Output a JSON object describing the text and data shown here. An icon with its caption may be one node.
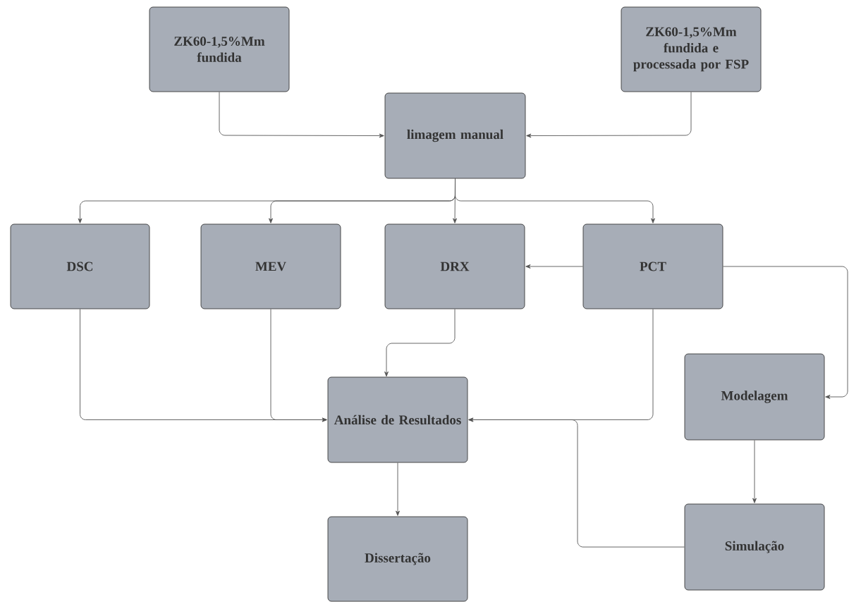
{
  "diagram": {
    "nodes": [
      {
        "text": [
          "ZK60-1,5%Mm fundida"
        ]
      },
      {
        "text": [
          "ZK60-1,5%Mm fundida e processada por FSP"
        ]
      },
      {
        "text": [
          "limagem manual"
        ]
      },
      {
        "text": [
          "DSC"
        ]
      },
      {
        "text": [
          "MEV"
        ]
      },
      {
        "text": [
          "DRX"
        ]
      },
      {
        "text": [
          "PCT"
        ]
      },
      {
        "text": [
          "Análise de Resultados"
        ]
      },
      {
        "text": [
          "Modelagem"
        ]
      },
      {
        "text": [
          "Dissertação"
        ]
      },
      {
        "text": [
          "Simulação"
        ]
      }
    ],
    "edges": [
      {
        "from": 0,
        "to": 2,
        "arrow": "to"
      },
      {
        "from": 1,
        "to": 2,
        "arrow": "to"
      },
      {
        "from": 2,
        "to": 3,
        "arrow": "to"
      },
      {
        "from": 2,
        "to": 4,
        "arrow": "to"
      },
      {
        "from": 2,
        "to": 5,
        "arrow": "to"
      },
      {
        "from": 2,
        "to": 6,
        "arrow": "to"
      },
      {
        "from": 6,
        "to": 5,
        "arrow": "to"
      },
      {
        "from": 6,
        "to": 8,
        "arrow": "to"
      },
      {
        "from": 3,
        "to": 7,
        "arrow": "to"
      },
      {
        "from": 4,
        "to": 7,
        "arrow": "to"
      },
      {
        "from": 5,
        "to": 7,
        "arrow": "to"
      },
      {
        "from": 6,
        "to": 7,
        "arrow": "to"
      },
      {
        "from": 10,
        "to": 7,
        "arrow": "to"
      },
      {
        "from": 8,
        "to": 10,
        "arrow": "to"
      },
      {
        "from": 7,
        "to": 9,
        "arrow": "to"
      }
    ]
  }
}
